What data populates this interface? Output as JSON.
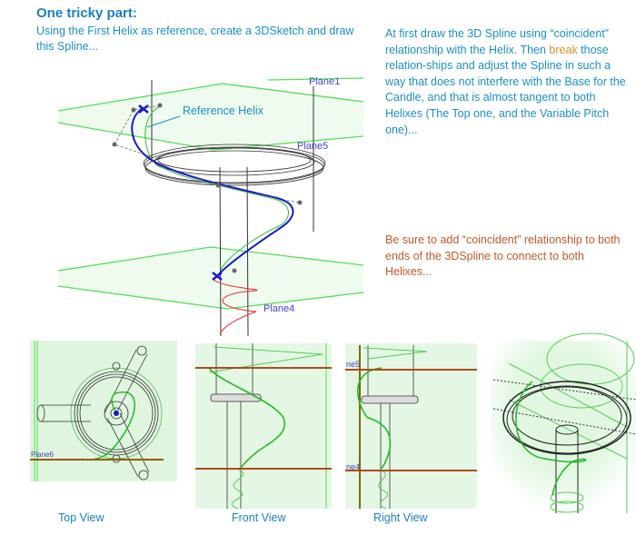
{
  "heading": "One tricky part:",
  "intro": "Using the First Helix as reference, create a 3DSketch and draw this Spline...",
  "note": {
    "part1": "At first draw the 3D Spline using “coincident” relationship with the Helix. Then ",
    "highlight": "break",
    "part2": " those relation-ships and adjust the Spline in such a way that does not interfere with the Base for the Candle, and that is almost tangent to both Helixes (The Top one, and the Variable Pitch one)..."
  },
  "warning": "Be sure to add “coincident” relationship to both ends of the 3DSpline to connect to both Helixes...",
  "main_view": {
    "callout": "Reference Helix",
    "planes": [
      "Plane1",
      "Plane5",
      "Plane4"
    ]
  },
  "views": {
    "top": {
      "caption": "Top View",
      "plane_label": "Plane6"
    },
    "front": {
      "caption": "Front View"
    },
    "right": {
      "caption": "Right View",
      "plane_labels": [
        "ne5",
        "ne4"
      ]
    }
  },
  "colors": {
    "text": "#1a8fc4",
    "highlight": "#d4912e",
    "warning": "#c0592a",
    "spline": "#1a1acc",
    "helix": "#22bb22",
    "plane": "#55dd55",
    "plane_fill": "#eafaea",
    "red_helix": "#e03030"
  }
}
